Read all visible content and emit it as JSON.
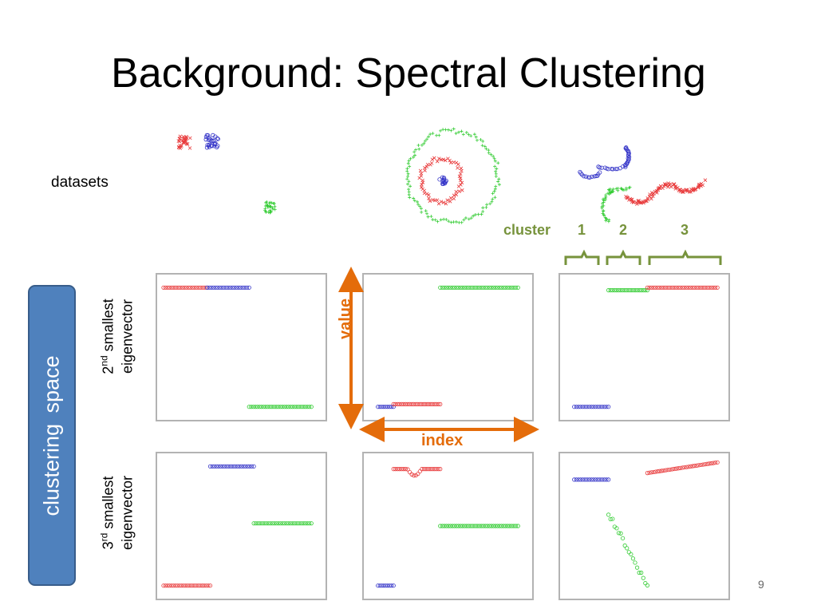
{
  "slide": {
    "title": "Background: Spectral Clustering",
    "datasets_label": "datasets",
    "page_number": "9",
    "side_label": "clustering  space",
    "row_labels": [
      {
        "ordinal": "2",
        "suffix": "nd",
        "word": " smallest",
        "line2": "eigenvector"
      },
      {
        "ordinal": "3",
        "suffix": "rd",
        "word": " smallest",
        "line2": "eigenvector"
      }
    ],
    "annotations": {
      "value": "value",
      "index": "index",
      "cluster": "cluster",
      "cluster_numbers": [
        "1",
        "2",
        "3"
      ]
    },
    "colors": {
      "red": "#e8393a",
      "blue": "#3434c8",
      "green": "#33cc33",
      "orange": "#e46c0a",
      "olive": "#77933c",
      "panel_border": "#b3b3b3",
      "side_box": "#4f81bd"
    }
  },
  "chart_data": [
    {
      "type": "scatter",
      "name": "dataset-blobs",
      "series": [
        {
          "color": "red",
          "center": [
            0.2,
            0.75
          ]
        },
        {
          "color": "blue",
          "center": [
            0.8,
            0.78
          ]
        },
        {
          "color": "green",
          "center": [
            0.55,
            0.2
          ]
        }
      ]
    },
    {
      "type": "scatter",
      "name": "dataset-rings",
      "series": [
        {
          "color": "blue",
          "shape": "center-blob"
        },
        {
          "color": "red",
          "shape": "inner-ring"
        },
        {
          "color": "green",
          "shape": "outer-ring"
        }
      ]
    },
    {
      "type": "scatter",
      "name": "dataset-curves",
      "series": [
        {
          "color": "blue",
          "shape": "hook"
        },
        {
          "color": "green",
          "shape": "hook"
        },
        {
          "color": "red",
          "shape": "wave"
        }
      ]
    },
    {
      "type": "scatter",
      "name": "blobs-2nd-eigenvector",
      "series": [
        {
          "color": "red",
          "x": [
            0,
            0.28
          ],
          "y": 0.95
        },
        {
          "color": "blue",
          "x": [
            0.28,
            0.55
          ],
          "y": 0.95
        },
        {
          "color": "green",
          "x": [
            0.55,
            0.95
          ],
          "y": 0.05
        }
      ]
    },
    {
      "type": "scatter",
      "name": "rings-2nd-eigenvector",
      "series": [
        {
          "color": "blue",
          "x": [
            0.05,
            0.15
          ],
          "y": 0.05
        },
        {
          "color": "red",
          "x": [
            0.15,
            0.45
          ],
          "y": 0.07
        },
        {
          "color": "green",
          "x": [
            0.45,
            0.95
          ],
          "y": 0.95
        }
      ]
    },
    {
      "type": "scatter",
      "name": "curves-2nd-eigenvector",
      "series": [
        {
          "color": "blue",
          "x": [
            0.05,
            0.27
          ],
          "y": 0.05
        },
        {
          "color": "green",
          "x": [
            0.27,
            0.52
          ],
          "y": 0.93
        },
        {
          "color": "red",
          "x": [
            0.52,
            0.97
          ],
          "y": 0.95
        }
      ]
    },
    {
      "type": "scatter",
      "name": "blobs-3rd-eigenvector",
      "series": [
        {
          "color": "red",
          "x": [
            0,
            0.3
          ],
          "y": 0.05
        },
        {
          "color": "blue",
          "x": [
            0.3,
            0.58
          ],
          "y": 0.95
        },
        {
          "color": "green",
          "x": [
            0.58,
            0.95
          ],
          "y": 0.52
        }
      ]
    },
    {
      "type": "scatter",
      "name": "rings-3rd-eigenvector",
      "series": [
        {
          "color": "blue",
          "x": [
            0.05,
            0.15
          ],
          "y": 0.05
        },
        {
          "color": "red",
          "x": [
            0.15,
            0.45
          ],
          "y": 0.93
        },
        {
          "color": "green",
          "x": [
            0.45,
            0.95
          ],
          "y": 0.5
        }
      ]
    },
    {
      "type": "scatter",
      "name": "curves-3rd-eigenvector",
      "series": [
        {
          "color": "blue",
          "x": [
            0.05,
            0.27
          ],
          "y": 0.85
        },
        {
          "color": "green",
          "x": [
            0.27,
            0.52
          ],
          "y": [
            0.6,
            0.05
          ]
        },
        {
          "color": "red",
          "x": [
            0.52,
            0.97
          ],
          "y": [
            0.9,
            0.98
          ]
        }
      ]
    }
  ]
}
